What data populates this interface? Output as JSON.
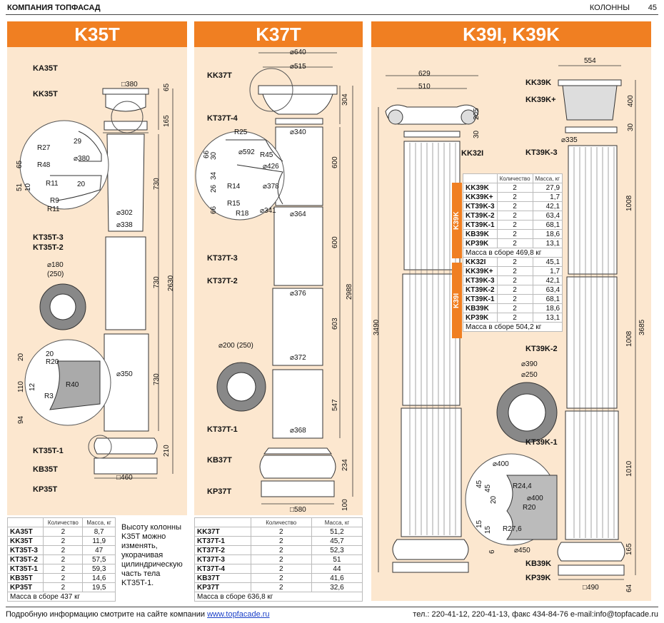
{
  "header": {
    "company": "КОМПАНИЯ ТОПФАСАД",
    "section": "КОЛОННЫ",
    "page": "45"
  },
  "panels": [
    {
      "title": "K35T"
    },
    {
      "title": "K37T"
    },
    {
      "title": "K39I, K39K"
    }
  ],
  "k35": {
    "labels": [
      "KA35T",
      "KK35T",
      "KT35T-3",
      "KT35T-2",
      "KT35T-1",
      "KB35T",
      "KP35T"
    ],
    "dims": {
      "d380": "□380",
      "d302": "⌀302",
      "d338": "⌀338",
      "d180": "⌀180",
      "d250": "(250)",
      "d350": "⌀350",
      "d460": "□460",
      "r27": "R27",
      "r48": "R48",
      "r11": "R11",
      "r9": "R9",
      "r11b": "R11",
      "d29": "29",
      "d380b": "⌀380",
      "d20": "20",
      "v65": "65",
      "v51": "51",
      "v10": "10",
      "v65b": "65",
      "v165": "165",
      "v730a": "730",
      "v730b": "730",
      "v730c": "730",
      "v2630": "2630",
      "v210": "210",
      "d20b": "20",
      "r20": "R20",
      "r40": "R40",
      "r3": "R3",
      "v110": "110",
      "v12": "12",
      "v94": "94",
      "v20": "20"
    },
    "table": {
      "headers": [
        "",
        "Количество",
        "Масса, кг"
      ],
      "rows": [
        [
          "KA35T",
          "2",
          "8,7"
        ],
        [
          "KK35T",
          "2",
          "11,9"
        ],
        [
          "KT35T-3",
          "2",
          "47"
        ],
        [
          "KT35T-2",
          "2",
          "57,5"
        ],
        [
          "KT35T-1",
          "2",
          "59,3"
        ],
        [
          "KB35T",
          "2",
          "14,6"
        ],
        [
          "KP35T",
          "2",
          "19,5"
        ]
      ],
      "total": "Масса в сборе 437 кг"
    },
    "note": [
      "Высоту колонны",
      "K35T можно",
      "изменять,",
      "укорачивая",
      "цилиндрическую",
      "часть тела",
      "KT35T-1."
    ]
  },
  "k37": {
    "labels": [
      "KK37T",
      "KT37T-4",
      "KT37T-3",
      "KT37T-2",
      "KT37T-1",
      "KB37T",
      "KP37T"
    ],
    "dims": {
      "d640": "⌀640",
      "d515": "⌀515",
      "d340": "⌀340",
      "d364": "⌀364",
      "d376": "⌀376",
      "d372": "⌀372",
      "d368": "⌀368",
      "d580": "□580",
      "d200": "⌀200 (250)",
      "r25": "R25",
      "d592": "⌀592",
      "r45": "R45",
      "d426": "⌀426",
      "r14": "R14",
      "d378": "⌀378",
      "r15": "R15",
      "r18": "R18",
      "d341": "⌀341",
      "v66": "66",
      "v30": "30",
      "v34": "34",
      "v26": "26",
      "v66b": "66",
      "v304": "304",
      "v600a": "600",
      "v600b": "600",
      "v603": "603",
      "v547": "547",
      "v2988": "2988",
      "v234": "234",
      "v100": "100"
    },
    "table": {
      "headers": [
        "",
        "Количество",
        "Масса, кг"
      ],
      "rows": [
        [
          "KK37T",
          "2",
          "51,2"
        ],
        [
          "KT37T-1",
          "2",
          "45,7"
        ],
        [
          "KT37T-2",
          "2",
          "52,3"
        ],
        [
          "KT37T-3",
          "2",
          "51"
        ],
        [
          "KT37T-4",
          "2",
          "44"
        ],
        [
          "KB37T",
          "2",
          "41,6"
        ],
        [
          "KP37T",
          "2",
          "32,6"
        ]
      ],
      "total": "Масса в сборе 636,8 кг"
    }
  },
  "k39": {
    "labels": [
      "KK32I",
      "KK39K",
      "KK39K+",
      "KT39K-3",
      "KT39K-2",
      "KT39K-1",
      "KB39K",
      "KP39K"
    ],
    "dims": {
      "d629": "629",
      "d510": "510",
      "v205": "205",
      "v30": "30",
      "d554": "554",
      "v400": "400",
      "v30b": "30",
      "d335": "⌀335",
      "v1008a": "1008",
      "v1008b": "1008",
      "v1010": "1010",
      "v3490": "3490",
      "v3685": "3685",
      "v165": "165",
      "v64": "64",
      "d490": "□490",
      "d390": "⌀390",
      "d250": "⌀250",
      "d400": "⌀400",
      "r244": "R24,4",
      "d400b": "⌀400",
      "r20": "R20",
      "r276": "R27,6",
      "d450": "⌀450",
      "v45": "45",
      "v45b": "45",
      "v20": "20",
      "v15": "15",
      "v15b": "15",
      "v6": "6"
    },
    "table": {
      "headers": [
        "",
        "Количество",
        "Масса, кг"
      ],
      "groupA": "K39K",
      "rowsA": [
        [
          "KK39K",
          "2",
          "27,9"
        ],
        [
          "KK39K+",
          "2",
          "1,7"
        ],
        [
          "KT39K-3",
          "2",
          "42,1"
        ],
        [
          "KT39K-2",
          "2",
          "63,4"
        ],
        [
          "KT39K-1",
          "2",
          "68,1"
        ],
        [
          "KB39K",
          "2",
          "18,6"
        ],
        [
          "KP39K",
          "2",
          "13,1"
        ]
      ],
      "totalA": "Масса в сборе 469,8 кг",
      "groupB": "K39I",
      "rowsB": [
        [
          "KK32I",
          "2",
          "45,1"
        ],
        [
          "KK39K+",
          "2",
          "1,7"
        ],
        [
          "KT39K-3",
          "2",
          "42,1"
        ],
        [
          "KT39K-2",
          "2",
          "63,4"
        ],
        [
          "KT39K-1",
          "2",
          "68,1"
        ],
        [
          "KB39K",
          "2",
          "18,6"
        ],
        [
          "KP39K",
          "2",
          "13,1"
        ]
      ],
      "totalB": "Масса в сборе 504,2 кг"
    }
  },
  "footer": {
    "left": "Подробную информацию смотрите на сайте компании",
    "link": "www.topfacade.ru",
    "right": "тел.: 220-41-12, 220-41-13, факс 434-84-76 e-mail:info@topfacade.ru"
  },
  "colors": {
    "accent": "#f07f22",
    "panel": "#fce7cf"
  }
}
